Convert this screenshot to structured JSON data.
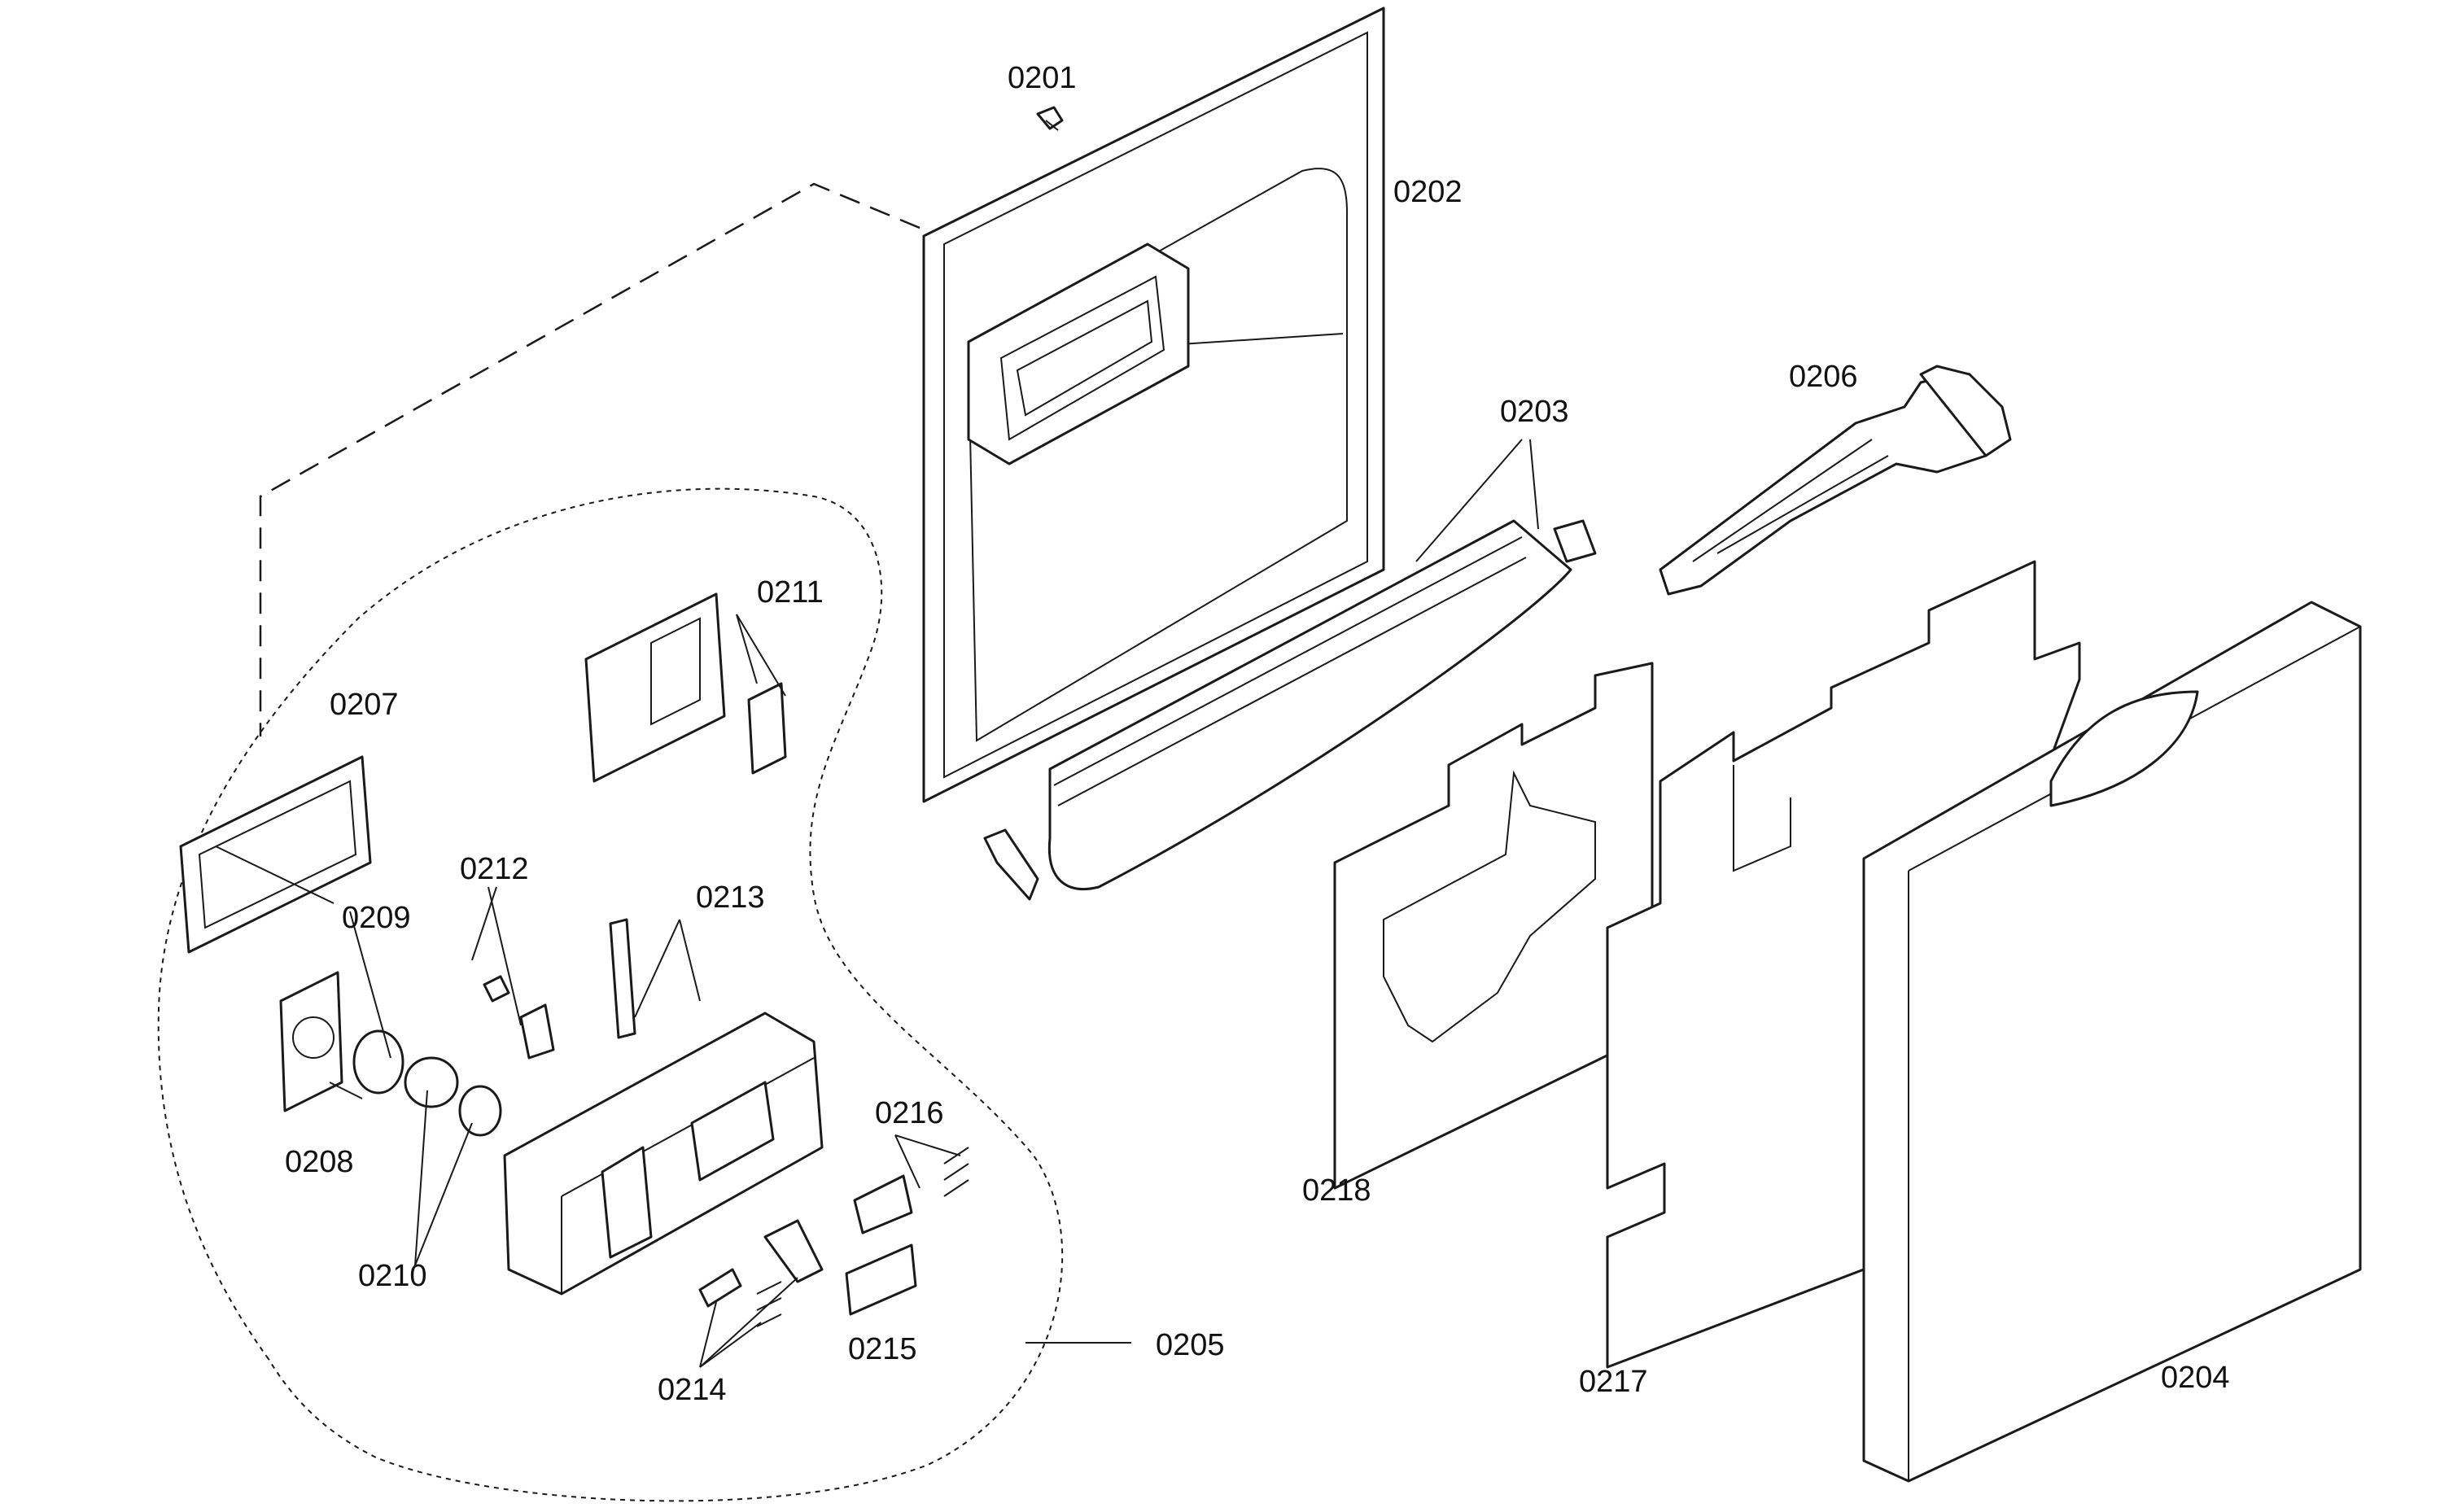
{
  "callouts": {
    "c0201": "0201",
    "c0202": "0202",
    "c0203": "0203",
    "c0204": "0204",
    "c0205": "0205",
    "c0206": "0206",
    "c0207": "0207",
    "c0208": "0208",
    "c0209": "0209",
    "c0210": "0210",
    "c0211": "0211",
    "c0212": "0212",
    "c0213": "0213",
    "c0214": "0214",
    "c0215": "0215",
    "c0216": "0216",
    "c0217": "0217",
    "c0218": "0218"
  }
}
